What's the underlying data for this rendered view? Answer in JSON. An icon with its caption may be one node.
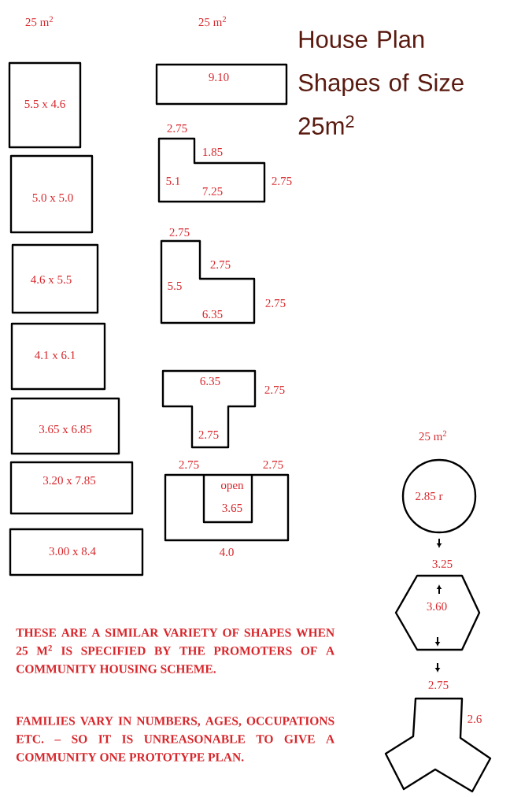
{
  "diagram": {
    "title": "House Plan Shapes of Size 25m$^{2}$",
    "nodes": [
      {
        "text": [
          "5.5 x 4.6"
        ]
      },
      {
        "text": [
          "5.0 x 5.0"
        ]
      },
      {
        "text": [
          "4.6 x 5.5"
        ]
      },
      {
        "text": [
          "4.1 x 6.1"
        ]
      },
      {
        "text": [
          "3.65 x 6.85"
        ]
      },
      {
        "text": [
          "3.20 x 7.85"
        ]
      },
      {
        "text": [
          "3.00 x 8.4"
        ]
      },
      {
        "text": [
          "9.10"
        ]
      },
      {
        "text": [
          "1.85",
          "5.1",
          "7.25"
        ],
        "beside": [
          "2.75",
          "2.75"
        ]
      },
      {
        "text": [
          "2.75",
          "5.5",
          "6.35"
        ],
        "beside": [
          "2.75",
          "2.75"
        ]
      },
      {
        "text": [
          "6.35",
          "2.75"
        ],
        "beside": [
          "2.75"
        ]
      },
      {
        "text": [],
        "shape": "box",
        "beside": [
          "2.75",
          "2.75",
          "4.0"
        ]
      },
      {
        "text": [
          "open",
          "3.65"
        ],
        "in": 11
      },
      {
        "text": [
          "2.85 r"
        ]
      },
      {
        "text": [
          "3.60"
        ],
        "beside": [
          "3.25"
        ]
      },
      {
        "text": [],
        "shape": "polygon",
        "beside": [
          "2.75",
          "2.6"
        ]
      }
    ],
    "labels": [
      "25 m$^{2}$",
      "25 m$^{2}$",
      "25 m$^{2}$",
      "THESE ARE A SIMILAR VARIETY OF SHAPES WHEN 25 M$^{2}$ IS SPECIFIED BY THE PROMOTERS OF A COMMUNITY HOUSING SCHEME.",
      "FAMILIES VARY IN NUMBERS, AGES, OCCUPATIONS ETC. – SO IT IS UNREASONABLE TO GIVE A COMMUNITY ONE PROTOTYPE PLAN."
    ]
  }
}
